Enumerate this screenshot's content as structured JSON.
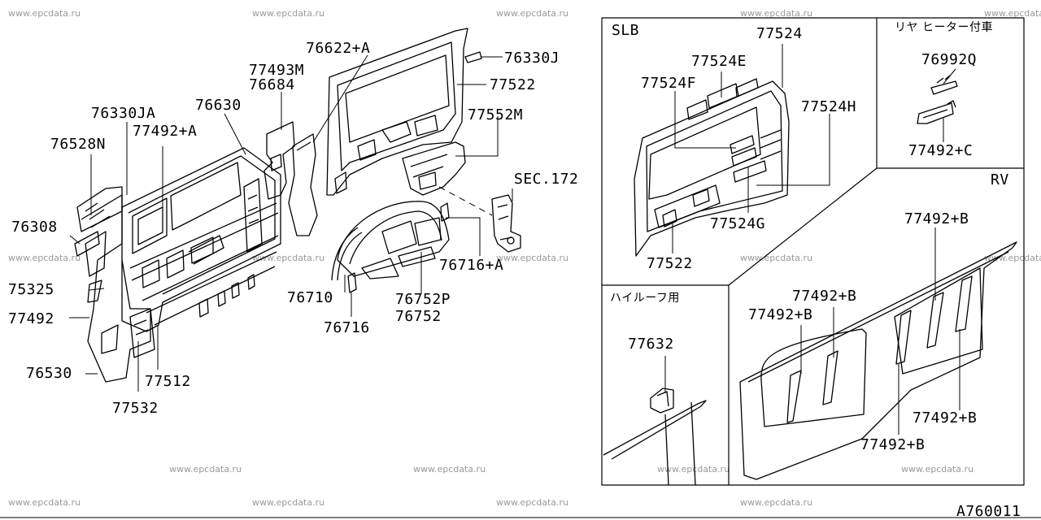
{
  "watermark": "www.epcdata.ru",
  "diagram_code": "A760011",
  "part_labels": {
    "p76622a": "76622+A",
    "p76330j": "76330J",
    "p77493m": "77493M",
    "p76684": "76684",
    "p77522": "77522",
    "p76330ja": "76330JA",
    "p76630": "76630",
    "p77552m": "77552M",
    "p77492a": "77492+A",
    "p76528n": "76528N",
    "sec172": "SEC.172",
    "p76308": "76308",
    "p75325": "75325",
    "p77492": "77492",
    "p76710": "76710",
    "p76716a": "76716+A",
    "p76752p": "76752P",
    "p76752": "76752",
    "p76716": "76716",
    "p76530": "76530",
    "p77512": "77512",
    "p77532": "77532"
  },
  "inset_slb": {
    "title": "SLB",
    "labels": {
      "p77524": "77524",
      "p77524e": "77524E",
      "p77524f": "77524F",
      "p77524h": "77524H",
      "p77524g": "77524G",
      "p77522": "77522"
    }
  },
  "inset_heater": {
    "title": "リヤ ヒーター付車",
    "labels": {
      "p76992q": "76992Q",
      "p77492c": "77492+C"
    }
  },
  "inset_rv": {
    "title": "RV",
    "labels": {
      "b1": "77492+B",
      "b2": "77492+B",
      "b3": "77492+B",
      "b4": "77492+B",
      "b5": "77492+B"
    }
  },
  "inset_highroof": {
    "title": "ハイルーフ用",
    "labels": {
      "p77632": "77632"
    }
  }
}
